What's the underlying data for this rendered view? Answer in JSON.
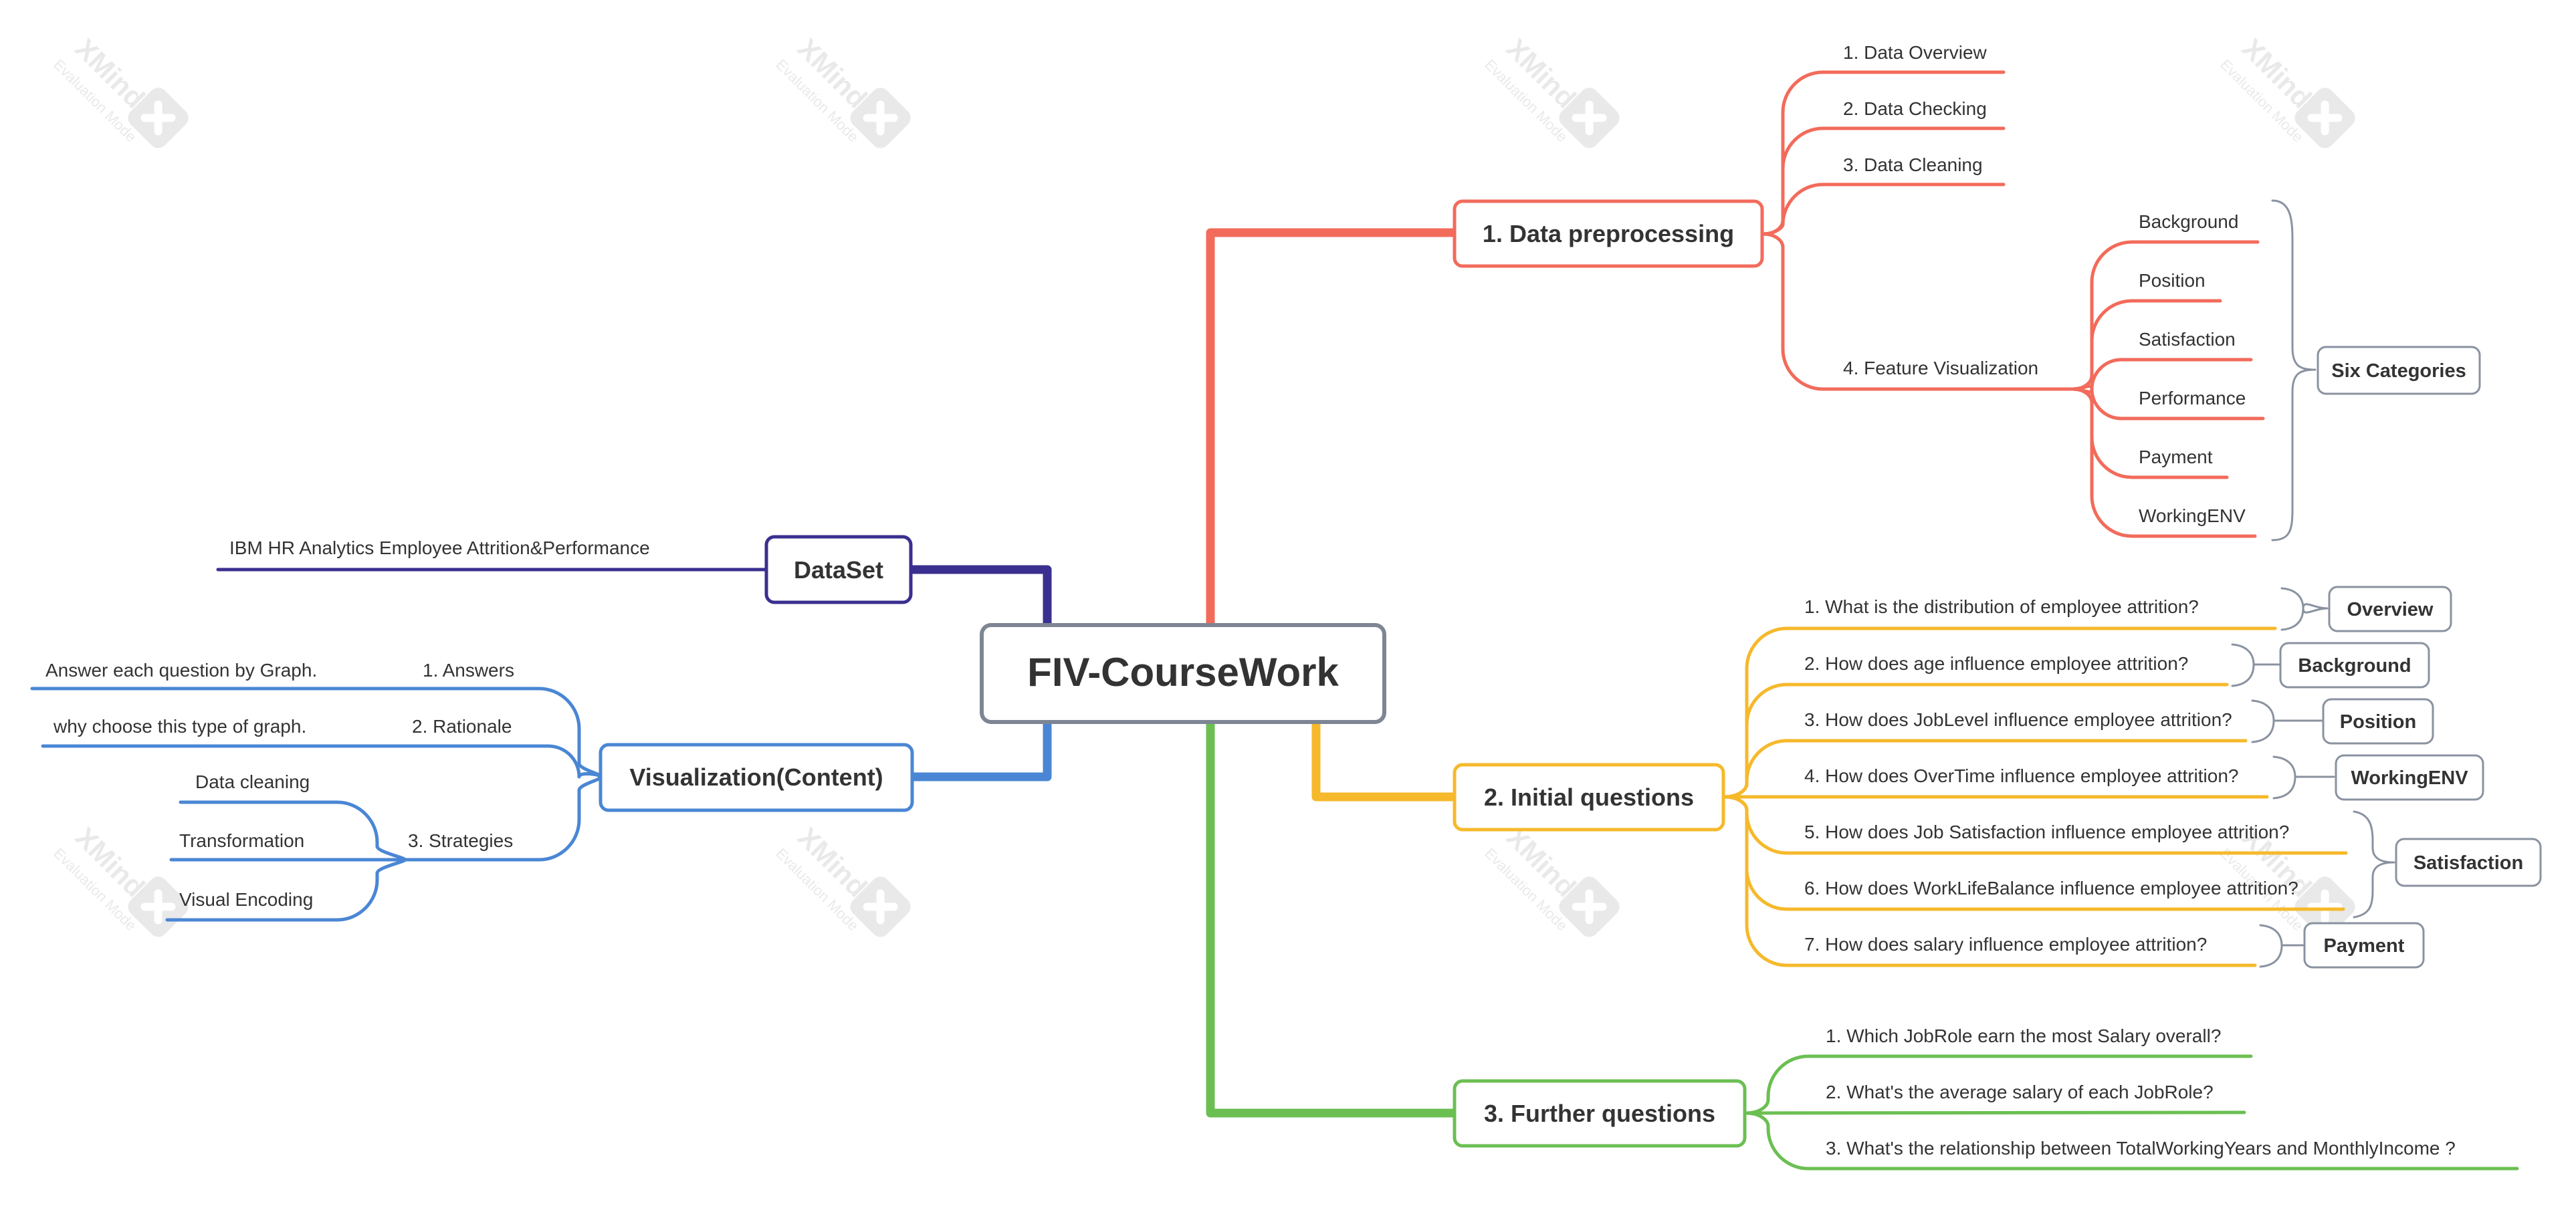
{
  "colors": {
    "central": "#7e8593",
    "dataset": "#3b2f8f",
    "visualization": "#4a86d4",
    "preprocessing": "#f26b5b",
    "initial": "#f6b92b",
    "further": "#6bbf52",
    "summary": "#8a92a0",
    "text": "#333333"
  },
  "central": {
    "label": "FIV-CourseWork"
  },
  "dataset": {
    "label": "DataSet",
    "child": "IBM HR Analytics Employee Attrition&Performance"
  },
  "visualization": {
    "label": "Visualization(Content)",
    "answers": {
      "label": "1. Answers",
      "child": "Answer each question by Graph."
    },
    "rationale": {
      "label": "2. Rationale",
      "child": "why choose this type of graph."
    },
    "strategies": {
      "label": "3. Strategies",
      "children": [
        "Data cleaning",
        "Transformation",
        "Visual Encoding"
      ]
    }
  },
  "preprocessing": {
    "label": "1. Data preprocessing",
    "items": [
      "1. Data Overview",
      "2. Data Checking",
      "3. Data Cleaning"
    ],
    "feature": {
      "label": "4. Feature Visualization",
      "children": [
        "Background",
        "Position",
        "Satisfaction",
        "Performance",
        "Payment",
        "WorkingENV"
      ],
      "summary": "Six Categories"
    }
  },
  "initial": {
    "label": "2. Initial questions",
    "questions": [
      "1. What is the distribution of employee attrition?",
      "2. How does age influence employee attrition?",
      "3. How does JobLevel influence employee attrition?",
      "4. How does OverTime influence employee attrition?",
      "5. How does Job Satisfaction influence employee attrition?",
      "6. How does WorkLifeBalance influence employee attrition?",
      "7. How does salary influence employee attrition?"
    ],
    "tags": [
      "Overview",
      "Background",
      "Position",
      "WorkingENV",
      "Satisfaction",
      "Payment"
    ]
  },
  "further": {
    "label": "3. Further questions",
    "questions": [
      "1. Which JobRole earn the most Salary overall?",
      "2. What's the average salary of each JobRole?",
      "3. What's the relationship between TotalWorkingYears and MonthlyIncome ?"
    ]
  },
  "watermark": {
    "brand": "XMind",
    "mode": "Evaluation Mode"
  }
}
